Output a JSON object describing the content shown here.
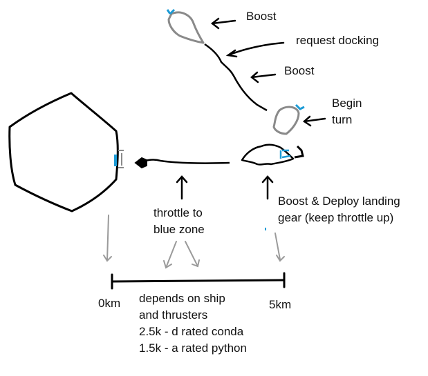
{
  "labels": {
    "boost_top": "Boost",
    "request_docking": "request docking",
    "boost_mid": "Boost",
    "begin_turn": [
      "Begin",
      "turn"
    ],
    "throttle_blue": [
      "throttle to",
      "blue zone"
    ],
    "boost_deploy": [
      "Boost & Deploy landing",
      "gear (keep throttle up)"
    ],
    "scale_start": "0km",
    "scale_end": "5km",
    "depends_note": [
      "depends on ship",
      "and thrusters",
      "2.5k - d rated conda",
      "1.5k - a rated python"
    ]
  },
  "colors": {
    "ink": "#000000",
    "ship_outline": "#8a8a8a",
    "thruster_blue": "#1c9bd6",
    "guide_gray": "#9a9a9a"
  }
}
